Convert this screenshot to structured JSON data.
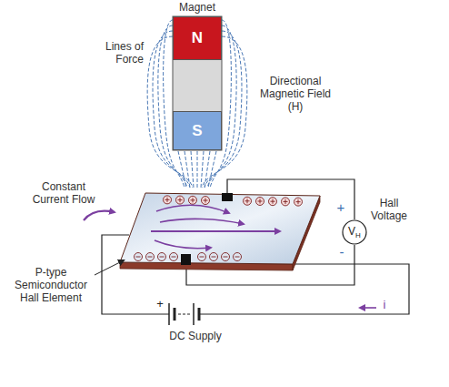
{
  "diagram": {
    "nodes": [
      {
        "text": [
          "N"
        ]
      },
      {
        "text": [
          "S"
        ]
      },
      {
        "text": [
          "V",
          "H"
        ]
      }
    ],
    "labels": [
      "Magnet",
      "Lines of Force",
      "Directional Magnetic Field (H)",
      "Constant Current Flow",
      "P-type Semiconductor Hall Element",
      "Hall Voltage",
      "+",
      "-",
      "+",
      "DC Supply",
      "i"
    ]
  }
}
